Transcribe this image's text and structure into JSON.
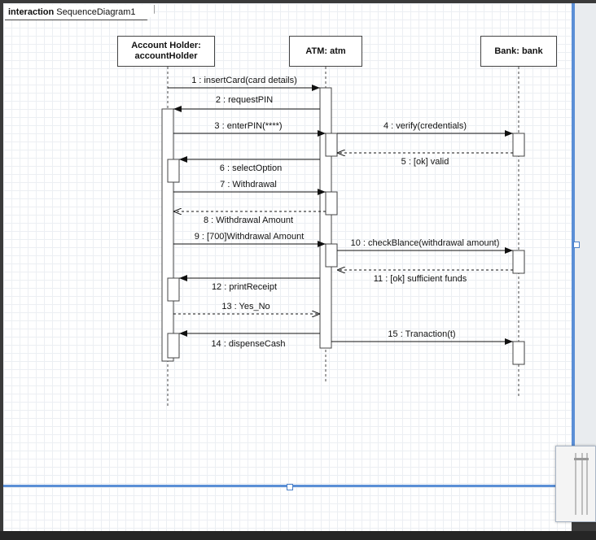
{
  "frame": {
    "keyword": "interaction",
    "name": "SequenceDiagram1"
  },
  "lifelines": [
    {
      "id": "holder",
      "line1": "Account Holder:",
      "line2": "accountHolder"
    },
    {
      "id": "atm",
      "line1": "ATM: atm",
      "line2": ""
    },
    {
      "id": "bank",
      "line1": "Bank: bank",
      "line2": ""
    }
  ],
  "messages": [
    {
      "label": "1 : insertCard(card details)",
      "from": "holder",
      "to": "atm",
      "type": "sync"
    },
    {
      "label": "2 : requestPIN",
      "from": "atm",
      "to": "holder",
      "type": "sync"
    },
    {
      "label": "3 : enterPIN(****)",
      "from": "holder",
      "to": "atm",
      "type": "sync"
    },
    {
      "label": "4 : verify(credentials)",
      "from": "atm",
      "to": "bank",
      "type": "sync"
    },
    {
      "label": "5 : [ok] valid",
      "from": "bank",
      "to": "atm",
      "type": "reply"
    },
    {
      "label": "6 : selectOption",
      "from": "atm",
      "to": "holder",
      "type": "sync"
    },
    {
      "label": "7 : Withdrawal",
      "from": "holder",
      "to": "atm",
      "type": "sync"
    },
    {
      "label": "8 : Withdrawal Amount",
      "from": "atm",
      "to": "holder",
      "type": "reply"
    },
    {
      "label": "9 : [700]Withdrawal Amount",
      "from": "holder",
      "to": "atm",
      "type": "sync"
    },
    {
      "label": "10 : checkBlance(withdrawal amount)",
      "from": "atm",
      "to": "bank",
      "type": "sync"
    },
    {
      "label": "11 : [ok] sufficient funds",
      "from": "bank",
      "to": "atm",
      "type": "reply"
    },
    {
      "label": "12 : printReceipt",
      "from": "atm",
      "to": "holder",
      "type": "sync"
    },
    {
      "label": "13 : Yes_No",
      "from": "holder",
      "to": "atm",
      "type": "reply"
    },
    {
      "label": "14 : dispenseCash",
      "from": "atm",
      "to": "holder",
      "type": "sync"
    },
    {
      "label": "15 : Tranaction(t)",
      "from": "atm",
      "to": "bank",
      "type": "sync"
    }
  ]
}
